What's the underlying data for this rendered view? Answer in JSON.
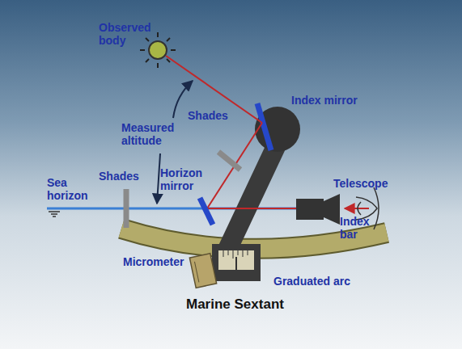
{
  "diagram": {
    "title": "Marine Sextant",
    "labels": [
      "Observed body",
      "Index mirror",
      "Measured altitude",
      "Shades",
      "Shades",
      "Horizon mirror",
      "Sea horizon",
      "Telescope",
      "Index bar",
      "Micrometer",
      "Graduated arc"
    ]
  }
}
